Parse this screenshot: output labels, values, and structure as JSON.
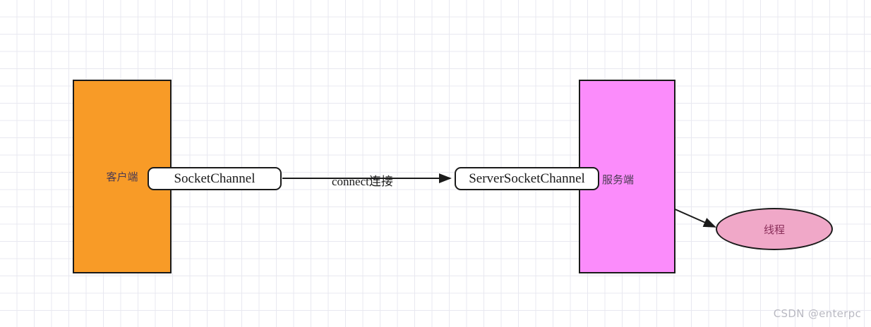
{
  "diagram": {
    "title": "NIO SocketChannel connect diagram",
    "nodes": {
      "client_box": {
        "label": "客户端",
        "color": "#f89b27"
      },
      "server_box": {
        "label": "服务端",
        "color": "#fb8cfb"
      },
      "socket_channel": {
        "label": "SocketChannel",
        "color": "#ffffff"
      },
      "server_socket_channel": {
        "label": "ServerSocketChannel",
        "color": "#ffffff"
      },
      "thread": {
        "label": "线程",
        "color": "#f0a8c8"
      }
    },
    "edges": [
      {
        "label": "connect连接",
        "from": "socket_channel",
        "to": "server_socket_channel"
      },
      {
        "label": "",
        "from": "server_socket_channel",
        "to": "thread"
      }
    ]
  },
  "watermark": "CSDN @enterpc"
}
